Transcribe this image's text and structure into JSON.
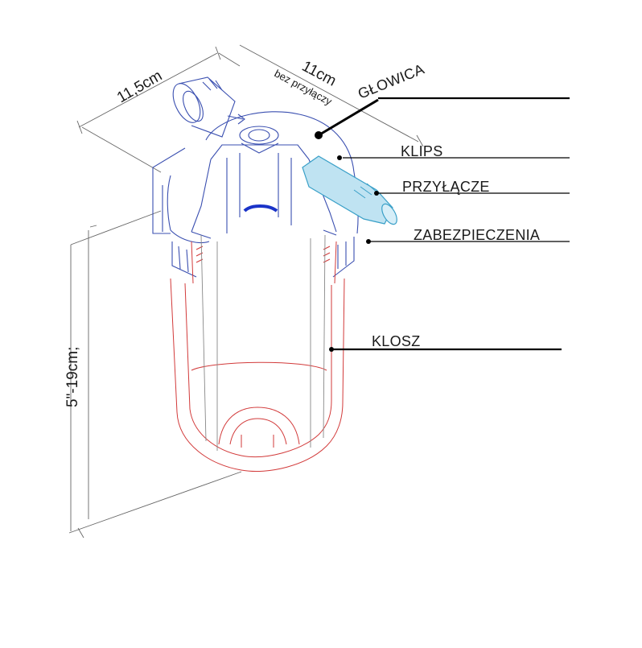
{
  "labels": {
    "glowica": "GŁOWICA",
    "klips": "KLIPS",
    "przylacze": "PRZYŁĄCZE",
    "zabezpieczenia": "ZABEZPIECZENIA",
    "klosz": "KLOSZ"
  },
  "dimensions": {
    "width": "11,5cm",
    "depth": "11cm",
    "depth_note": "bez przyłączy",
    "height": "5\"-19cm;"
  },
  "colors": {
    "head_outline": "#3a4fb0",
    "bowl_outline": "#d23a3a",
    "connector_fill": "#bfe3f2",
    "connector_outline": "#3aa0c8",
    "leader": "#000000",
    "dimension_line": "#666666"
  }
}
